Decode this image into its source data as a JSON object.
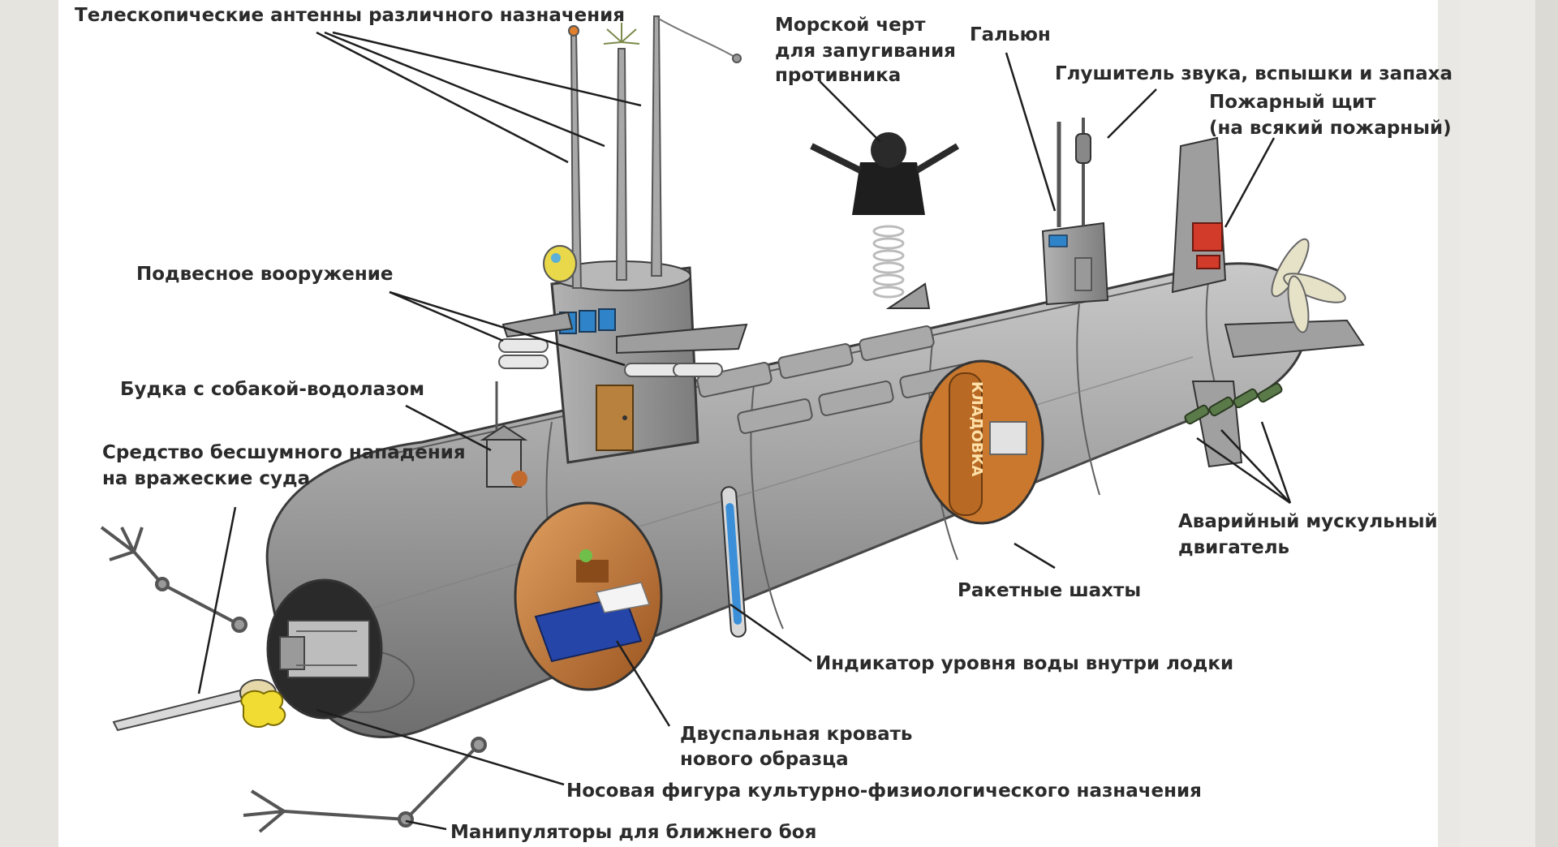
{
  "labels": {
    "antennas": "Телескопические антенны различного назначения",
    "sea_devil_1": "Морской черт",
    "sea_devil_2": "для запугивания",
    "sea_devil_3": "противника",
    "toilet": "Гальюн",
    "silencer": "Глушитель звука, вспышки и запаха",
    "fire_shield_1": "Пожарный щит",
    "fire_shield_2": "(на всякий пожарный)",
    "hanging_weapons": "Подвесное вооружение",
    "dog_booth": "Будка с собакой-водолазом",
    "silent_attack_1": "Средство бесшумного нападения",
    "silent_attack_2": "на вражеские суда",
    "emergency_engine_1": "Аварийный мускульный",
    "emergency_engine_2": "двигатель",
    "missile_silos": "Ракетные шахты",
    "water_indicator": "Индикатор уровня воды внутри лодки",
    "double_bed_1": "Двуспальная кровать",
    "double_bed_2": "нового образца",
    "figurehead": "Носовая фигура культурно-физиологического назначения",
    "manipulators": "Манипуляторы для ближнего боя",
    "pantry_sign": "КЛАДОВКА"
  },
  "colors": {
    "hull": "#9c9c9c",
    "hull_dark": "#6f6f6f",
    "hull_light": "#c4c4c4",
    "interior": "#c9782e",
    "window": "#2f83c9",
    "bed": "#2546a8",
    "shield": "#d23a2a",
    "leader": "#1e1e1e"
  }
}
